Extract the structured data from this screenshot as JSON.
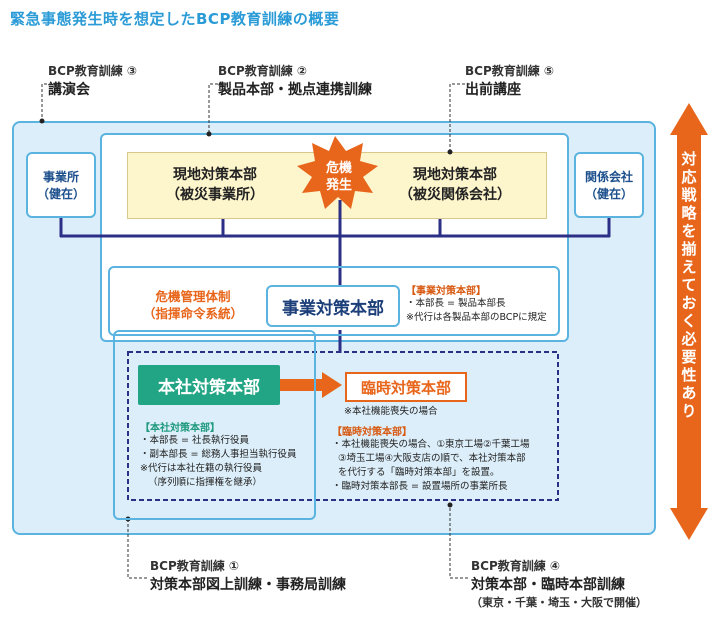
{
  "title": "緊急事態発生時を想定したBCP教育訓練の概要",
  "trainings": {
    "t3": {
      "label": "BCP教育訓練 ③",
      "name": "講演会"
    },
    "t2": {
      "label": "BCP教育訓練 ②",
      "name": "製品本部・拠点連携訓練"
    },
    "t5": {
      "label": "BCP教育訓練 ⑤",
      "name": "出前講座"
    },
    "t1": {
      "label": "BCP教育訓練 ①",
      "name": "対策本部図上訓練・事務局訓練"
    },
    "t4": {
      "label": "BCP教育訓練 ④",
      "name": "対策本部・臨時本部訓練",
      "sub": "（東京・千葉・埼玉・大阪で開催）"
    }
  },
  "nodes": {
    "office": {
      "line1": "事業所",
      "line2": "（健在）"
    },
    "affiliate": {
      "line1": "関係会社",
      "line2": "（健在）"
    },
    "local_hq_site": {
      "line1": "現地対策本部",
      "line2": "（被災事業所）"
    },
    "local_hq_affiliate": {
      "line1": "現地対策本部",
      "line2": "（被災関係会社）"
    },
    "crisis": {
      "line1": "危機",
      "line2": "発生"
    },
    "crisis_mgmt": {
      "line1": "危機管理体制",
      "line2": "（指揮命令系統）"
    },
    "business_hq": "事業対策本部",
    "head_office_hq": "本社対策本部",
    "temp_hq": "臨時対策本部"
  },
  "notes": {
    "business": {
      "heading": "【事業対策本部】",
      "lines": [
        "・本部長 = 製品本部長",
        "※代行は各製品本部のBCPに規定"
      ]
    },
    "head_office": {
      "heading": "【本社対策本部】",
      "lines": [
        "・本部長 = 社長執行役員",
        "・副本部長 = 総務人事担当執行役員",
        "※代行は本社在籍の執行役員",
        "（序列順に指揮権を継承）"
      ]
    },
    "temp_footnote": "※本社機能喪失の場合",
    "temp": {
      "heading": "【臨時対策本部】",
      "lines": [
        "・本社機能喪失の場合、①東京工場②千葉工場",
        "③埼玉工場④大阪支店の順で、本社対策本部",
        "を代行する「臨時対策本部」を設置。",
        "・臨時対策本部長 = 設置場所の事業所長"
      ]
    }
  },
  "side_banner": "対応戦略を揃えておく必要性あり",
  "colors": {
    "title_blue": "#2a9bd6",
    "navy_line": "#2b2f86",
    "orange": "#e8661b",
    "green": "#22a585",
    "light_blue_bg": "#dceef9",
    "yellow_bg": "#fdf5cc"
  }
}
